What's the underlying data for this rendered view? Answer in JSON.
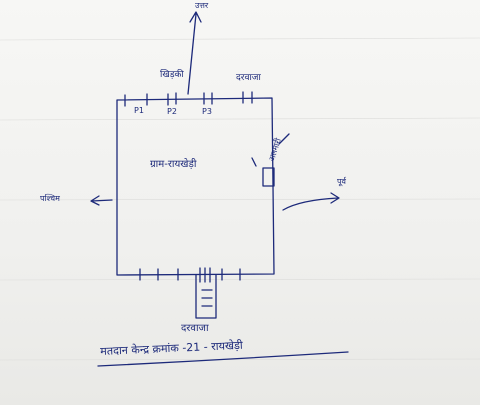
{
  "sketch": {
    "top_label": "उत्तर",
    "north_left_label": "खिड़की",
    "north_right_label": "दरवाजा",
    "p1": "P1",
    "p2": "P2",
    "p3": "P3",
    "center_label": "ग्राम-रायखेड़ी",
    "west_label": "पश्चिम",
    "east_label": "अलमारी",
    "east_arrow_label": "पूर्व",
    "south_label": "दरवाजा",
    "footer_label": "मतदान केन्द्र क्रमांक -21 - रायखेड़ी"
  },
  "colors": {
    "ink": "#1d2a7a",
    "paper": "#f4f4f2"
  }
}
